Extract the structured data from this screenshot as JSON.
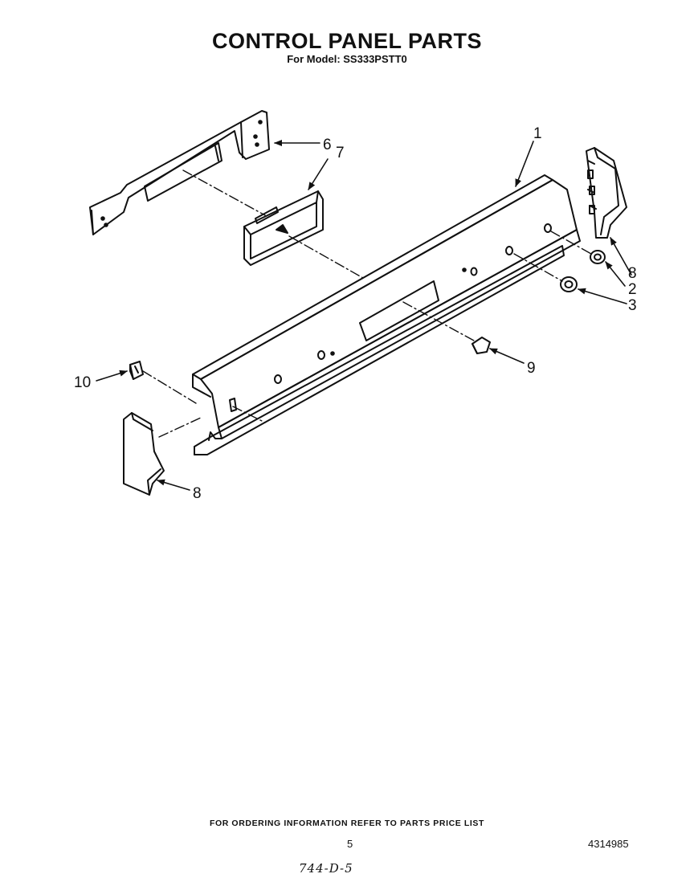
{
  "title": "CONTROL PANEL PARTS",
  "subtitle": "For Model: SS333PSTT0",
  "callouts": {
    "c1": "1",
    "c2": "2",
    "c3": "3",
    "c6": "6",
    "c7": "7",
    "c8_top": "8",
    "c8_bottom": "8",
    "c9": "9",
    "c10": "10"
  },
  "footer": {
    "ordering_note": "FOR ORDERING INFORMATION REFER TO PARTS PRICE LIST",
    "page_number": "5",
    "document_number": "4314985",
    "handwritten_note": "744-D-5"
  }
}
